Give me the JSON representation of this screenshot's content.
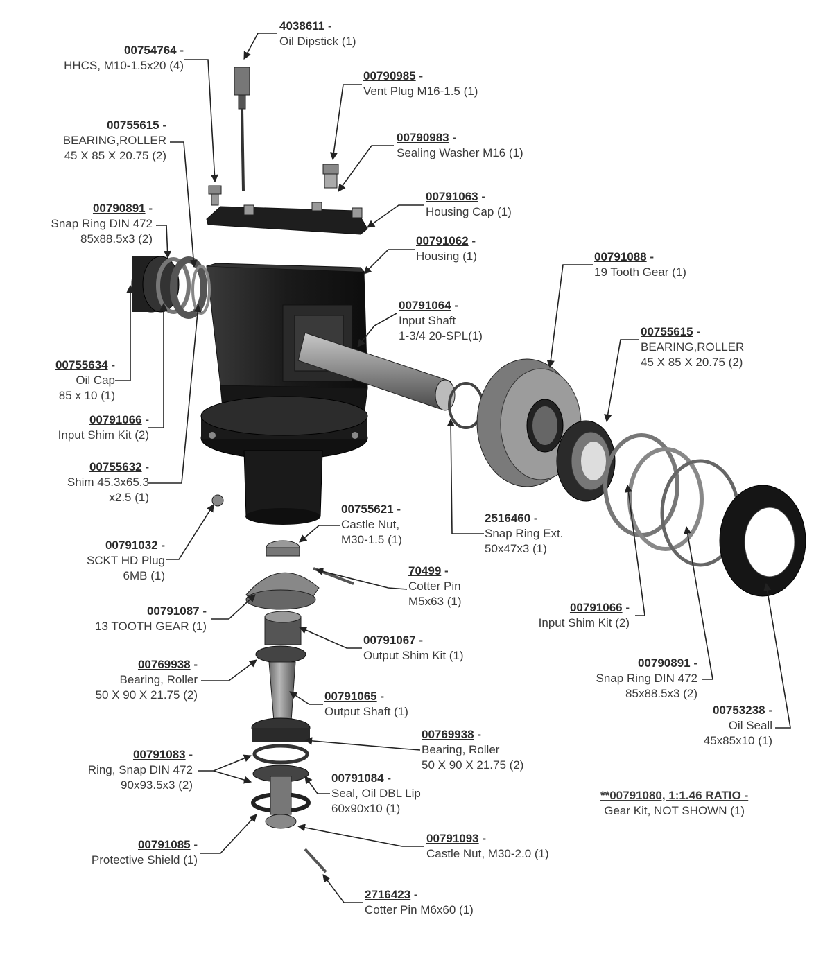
{
  "callouts": [
    {
      "id": "oil-dipstick",
      "part": "4038611",
      "desc": [
        "Oil Dipstick (1)"
      ]
    },
    {
      "id": "hhcs",
      "part": "00754764",
      "desc": [
        "HHCS, M10-1.5x20 (4)"
      ]
    },
    {
      "id": "vent-plug",
      "part": "00790985",
      "desc": [
        "Vent Plug M16-1.5 (1)"
      ]
    },
    {
      "id": "bearing-roller-left",
      "part": "00755615",
      "desc": [
        "BEARING,ROLLER",
        "45 X 85 X 20.75 (2)"
      ]
    },
    {
      "id": "sealing-washer",
      "part": "00790983",
      "desc": [
        "Sealing Washer M16 (1)"
      ]
    },
    {
      "id": "housing-cap",
      "part": "00791063",
      "desc": [
        "Housing Cap (1)"
      ]
    },
    {
      "id": "snap-ring-left",
      "part": "00790891",
      "desc": [
        "Snap Ring DIN 472",
        "85x88.5x3 (2)"
      ]
    },
    {
      "id": "housing",
      "part": "00791062",
      "desc": [
        "Housing (1)"
      ]
    },
    {
      "id": "tooth-gear-19",
      "part": "00791088",
      "desc": [
        "19 Tooth Gear (1)"
      ]
    },
    {
      "id": "input-shaft",
      "part": "00791064",
      "desc": [
        "Input Shaft",
        "1-3/4 20-SPL(1)"
      ]
    },
    {
      "id": "bearing-roller-right",
      "part": "00755615",
      "desc": [
        "BEARING,ROLLER",
        "45 X 85 X 20.75 (2)"
      ]
    },
    {
      "id": "oil-cap",
      "part": "00755634",
      "desc": [
        "Oil Cap",
        "85 x 10 (1)"
      ]
    },
    {
      "id": "input-shim-left",
      "part": "00791066",
      "desc": [
        "Input Shim Kit (2)"
      ]
    },
    {
      "id": "shim",
      "part": "00755632",
      "desc": [
        "Shim 45.3x65.3",
        "x2.5 (1)"
      ]
    },
    {
      "id": "castle-nut-top",
      "part": "00755621",
      "desc": [
        "Castle Nut,",
        "M30-1.5 (1)"
      ]
    },
    {
      "id": "snap-ring-ext",
      "part": "2516460",
      "desc": [
        "Snap Ring Ext.",
        "50x47x3 (1)"
      ]
    },
    {
      "id": "sckt-hd-plug",
      "part": "00791032",
      "desc": [
        "SCKT HD Plug",
        "6MB (1)"
      ]
    },
    {
      "id": "cotter-pin-top",
      "part": "70499",
      "desc": [
        "Cotter Pin",
        "M5x63 (1)"
      ]
    },
    {
      "id": "tooth-gear-13",
      "part": "00791087",
      "desc": [
        "13 TOOTH GEAR (1)"
      ]
    },
    {
      "id": "input-shim-right",
      "part": "00791066",
      "desc": [
        "Input Shim Kit (2)"
      ]
    },
    {
      "id": "output-shim",
      "part": "00791067",
      "desc": [
        "Output Shim Kit (1)"
      ]
    },
    {
      "id": "bearing-roller-out-left",
      "part": "00769938",
      "desc": [
        "Bearing, Roller",
        "50 X 90 X 21.75 (2)"
      ]
    },
    {
      "id": "snap-ring-right",
      "part": "00790891",
      "desc": [
        "Snap Ring DIN 472",
        "85x88.5x3 (2)"
      ]
    },
    {
      "id": "output-shaft",
      "part": "00791065",
      "desc": [
        "Output Shaft (1)"
      ]
    },
    {
      "id": "oil-seal",
      "part": "00753238",
      "desc": [
        "Oil Seall",
        "45x85x10 (1)"
      ]
    },
    {
      "id": "bearing-roller-out-right",
      "part": "00769938",
      "desc": [
        "Bearing, Roller",
        "50 X 90 X 21.75 (2)"
      ]
    },
    {
      "id": "ring-snap",
      "part": "00791083",
      "desc": [
        "Ring, Snap DIN 472",
        "90x93.5x3 (2)"
      ]
    },
    {
      "id": "seal-oil-dbl",
      "part": "00791084",
      "desc": [
        "Seal, Oil DBL Lip",
        "60x90x10 (1)"
      ]
    },
    {
      "id": "protective-shield",
      "part": "00791085",
      "desc": [
        "Protective Shield (1)"
      ]
    },
    {
      "id": "castle-nut-bottom",
      "part": "00791093",
      "desc": [
        "Castle Nut, M30-2.0 (1)"
      ]
    },
    {
      "id": "cotter-pin-bottom",
      "part": "2716423",
      "desc": [
        "Cotter Pin M6x60 (1)"
      ]
    }
  ],
  "note": {
    "part": "**00791080, 1:1.46 RATIO -",
    "desc": "Gear Kit, NOT SHOWN (1)"
  },
  "colors": {
    "ink": "#3a3a3a",
    "part_dark": "#1c1c1c",
    "part_mid": "#5a5a5a",
    "part_light": "#9a9a9a",
    "leader": "#222222"
  }
}
